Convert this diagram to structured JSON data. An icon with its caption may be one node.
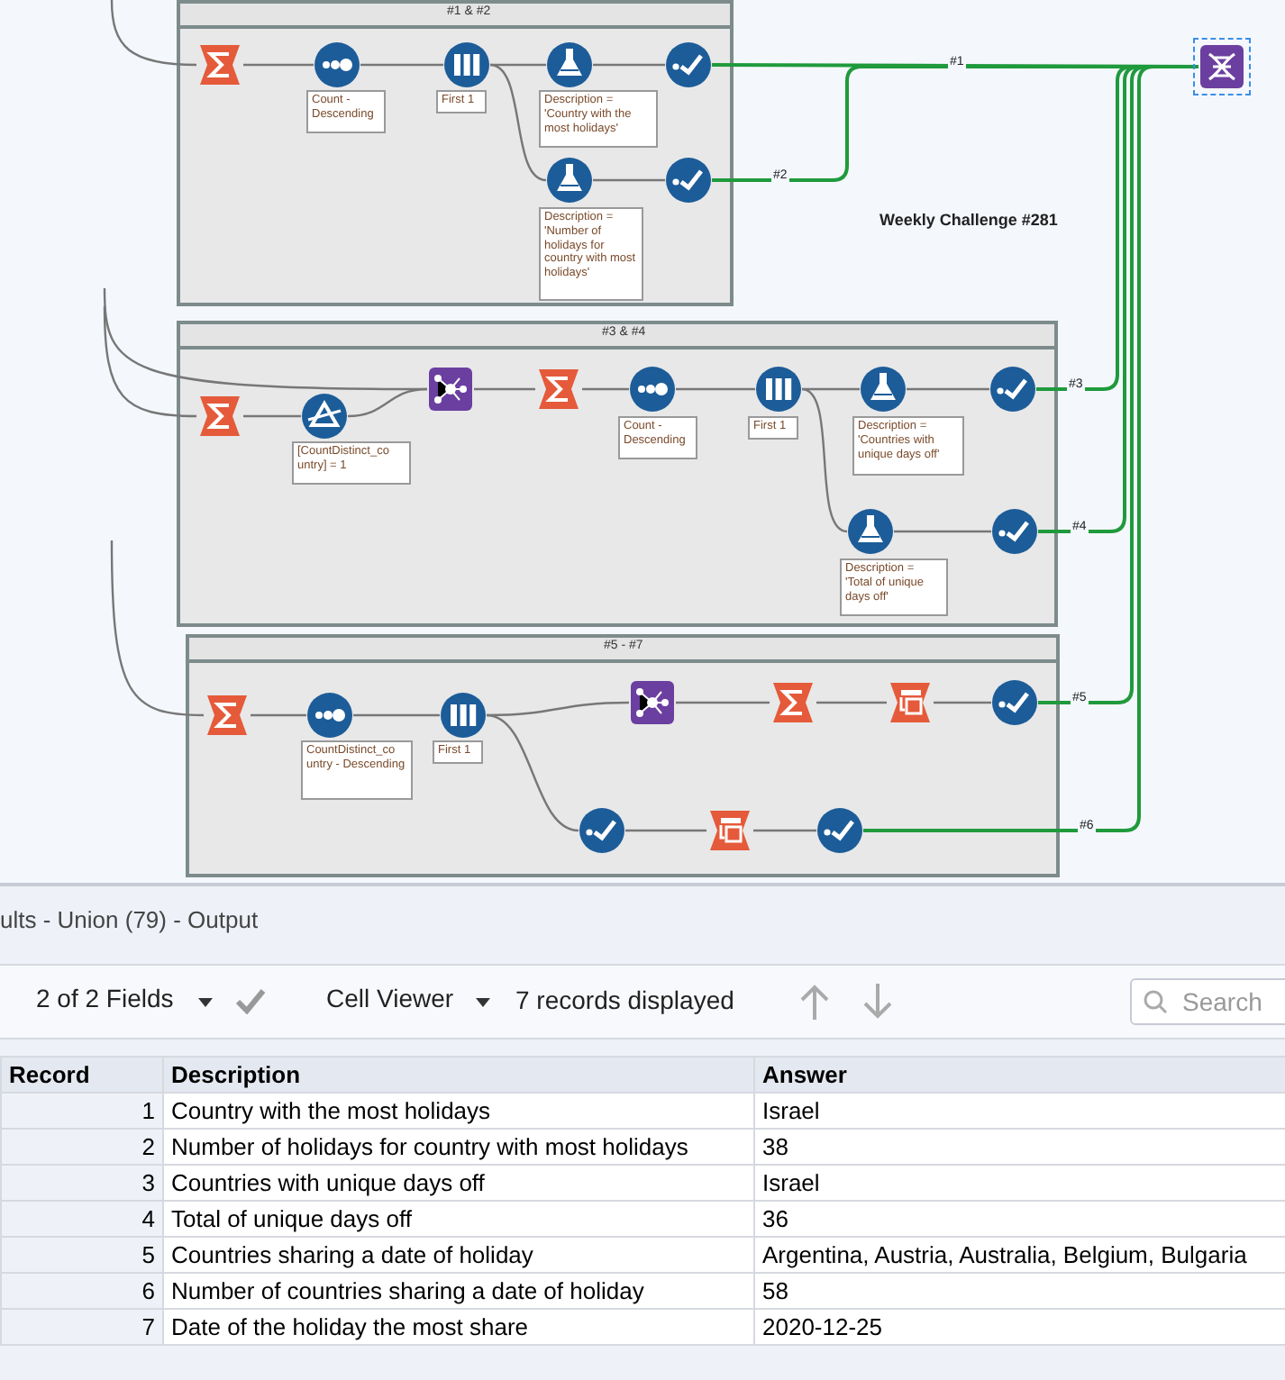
{
  "diagram": {
    "nodes": [
      {
        "text": [
          "#1 & #2"
        ]
      },
      {
        "text": [],
        "shape": "box",
        "in": 0
      },
      {
        "text": [],
        "shape": "circle",
        "in": 0,
        "beside": [
          "Count - Descending"
        ]
      },
      {
        "text": [],
        "shape": "circle",
        "in": 0,
        "beside": [
          "First 1"
        ]
      },
      {
        "text": [],
        "shape": "circle",
        "in": 0,
        "beside": [
          "Description = 'Country with the most holidays'"
        ]
      },
      {
        "text": [],
        "shape": "circle",
        "in": 0
      },
      {
        "text": [],
        "shape": "circle",
        "in": 0,
        "beside": [
          "Description = 'Number of holidays for country with most holidays'"
        ]
      },
      {
        "text": [],
        "shape": "circle",
        "in": 0
      },
      {
        "text": [
          "#3 & #4"
        ]
      },
      {
        "text": [],
        "shape": "box",
        "in": 8
      },
      {
        "text": [],
        "shape": "circle",
        "in": 8,
        "beside": [
          "[CountDistinct_co untry] = 1"
        ]
      },
      {
        "text": [],
        "shape": "box",
        "in": 8
      },
      {
        "text": [],
        "shape": "box",
        "in": 8
      },
      {
        "text": [],
        "shape": "circle",
        "in": 8,
        "beside": [
          "Count - Descending"
        ]
      },
      {
        "text": [],
        "shape": "circle",
        "in": 8,
        "beside": [
          "First 1"
        ]
      },
      {
        "text": [],
        "shape": "circle",
        "in": 8,
        "beside": [
          "Description = 'Countries with unique days off'"
        ]
      },
      {
        "text": [],
        "shape": "circle",
        "in": 8
      },
      {
        "text": [],
        "shape": "circle",
        "in": 8,
        "beside": [
          "Description = 'Total of unique days off'"
        ]
      },
      {
        "text": [],
        "shape": "circle",
        "in": 8
      },
      {
        "text": [
          "#5 - #7"
        ]
      },
      {
        "text": [],
        "shape": "box",
        "in": 19
      },
      {
        "text": [],
        "shape": "circle",
        "in": 19,
        "beside": [
          "CountDistinct_co untry - Descending"
        ]
      },
      {
        "text": [],
        "shape": "circle",
        "in": 19,
        "beside": [
          "First 1"
        ]
      },
      {
        "text": [],
        "shape": "box",
        "in": 19
      },
      {
        "text": [],
        "shape": "box",
        "in": 19
      },
      {
        "text": [],
        "shape": "box",
        "in": 19
      },
      {
        "text": [],
        "shape": "circle",
        "in": 19
      },
      {
        "text": [],
        "shape": "circle",
        "in": 19
      },
      {
        "text": [],
        "shape": "box",
        "in": 19
      },
      {
        "text": [],
        "shape": "circle",
        "in": 19
      },
      {
        "text": [],
        "shape": "box"
      }
    ],
    "edges": [
      {
        "from": null,
        "to": 1,
        "arrow": "none"
      },
      {
        "from": 1,
        "to": 2,
        "arrow": "none"
      },
      {
        "from": 2,
        "to": 3,
        "arrow": "none"
      },
      {
        "from": 3,
        "to": 4,
        "arrow": "none"
      },
      {
        "from": 4,
        "to": 5,
        "arrow": "none"
      },
      {
        "from": 3,
        "to": 6,
        "arrow": "none"
      },
      {
        "from": 6,
        "to": 7,
        "arrow": "none"
      },
      {
        "from": 5,
        "to": 30,
        "arrow": "none",
        "label": "#1",
        "color": "#1f9a3c"
      },
      {
        "from": 7,
        "to": 30,
        "arrow": "none",
        "label": "#2",
        "color": "#1f9a3c"
      },
      {
        "from": null,
        "to": 9,
        "arrow": "none"
      },
      {
        "from": null,
        "to": 11,
        "arrow": "none"
      },
      {
        "from": 9,
        "to": 10,
        "arrow": "none"
      },
      {
        "from": 10,
        "to": 11,
        "arrow": "none"
      },
      {
        "from": 11,
        "to": 12,
        "arrow": "none"
      },
      {
        "from": 12,
        "to": 13,
        "arrow": "none"
      },
      {
        "from": 13,
        "to": 14,
        "arrow": "none"
      },
      {
        "from": 14,
        "to": 15,
        "arrow": "none"
      },
      {
        "from": 15,
        "to": 16,
        "arrow": "none"
      },
      {
        "from": 14,
        "to": 17,
        "arrow": "none"
      },
      {
        "from": 17,
        "to": 18,
        "arrow": "none"
      },
      {
        "from": 16,
        "to": 30,
        "arrow": "none",
        "label": "#3",
        "color": "#1f9a3c"
      },
      {
        "from": 18,
        "to": 30,
        "arrow": "none",
        "label": "#4",
        "color": "#1f9a3c"
      },
      {
        "from": null,
        "to": 20,
        "arrow": "none"
      },
      {
        "from": 20,
        "to": 21,
        "arrow": "none"
      },
      {
        "from": 21,
        "to": 22,
        "arrow": "none"
      },
      {
        "from": 22,
        "to": 23,
        "arrow": "none"
      },
      {
        "from": 23,
        "to": 24,
        "arrow": "none"
      },
      {
        "from": 24,
        "to": 25,
        "arrow": "none"
      },
      {
        "from": 25,
        "to": 26,
        "arrow": "none"
      },
      {
        "from": 22,
        "to": 27,
        "arrow": "none"
      },
      {
        "from": 27,
        "to": 28,
        "arrow": "none"
      },
      {
        "from": 28,
        "to": 29,
        "arrow": "none"
      },
      {
        "from": 26,
        "to": 30,
        "arrow": "none",
        "label": "#5",
        "color": "#1f9a3c"
      },
      {
        "from": 29,
        "to": 30,
        "arrow": "none",
        "label": "#6",
        "color": "#1f9a3c"
      }
    ],
    "labels": [
      "Weekly Challenge #281",
      "ults - Union (79) - Output",
      "2 of 2 Fields",
      "Cell Viewer",
      "7 records displayed",
      "Search",
      "Record",
      "Description",
      "Answer",
      "1",
      "Country with the most holidays",
      "Israel",
      "2",
      "Number of holidays for country with most holidays",
      "38",
      "3",
      "Countries with unique days off",
      "Israel",
      "4",
      "Total of unique days off",
      "36",
      "5",
      "Countries sharing a date of holiday",
      "Argentina, Austria, Australia, Belgium, Bulgaria",
      "6",
      "Number of countries sharing a date of holiday",
      "58",
      "7",
      "Date of the holiday the most share",
      "2020-12-25"
    ]
  }
}
